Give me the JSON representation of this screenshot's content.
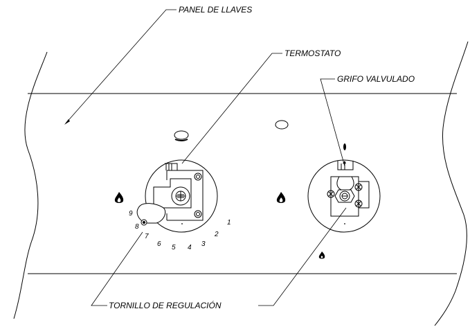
{
  "labels": {
    "panel": "PANEL DE LLAVES",
    "thermostat": "TERMOSTATO",
    "valve": "GRIFO VALVULADO",
    "screw": "TORNILLO DE REGULACIÓN"
  },
  "dial_numbers": [
    "1",
    "2",
    "3",
    "4",
    "5",
    "6",
    "7",
    "8",
    "9"
  ],
  "icons": [
    "flame-icon",
    "flame-icon",
    "flame-icon-small",
    "oval-indicator",
    "oval-indicator"
  ]
}
